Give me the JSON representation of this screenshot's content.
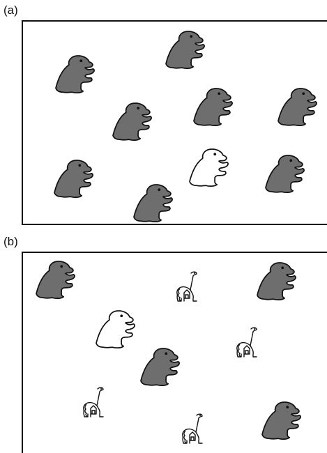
{
  "panels": [
    {
      "label": "(a)",
      "stimuli": [
        {
          "kind": "dino-upright",
          "color": "gray"
        },
        {
          "kind": "dino-upright",
          "color": "gray"
        },
        {
          "kind": "dino-upright",
          "color": "gray"
        },
        {
          "kind": "dino-upright",
          "color": "gray"
        },
        {
          "kind": "dino-upright",
          "color": "gray"
        },
        {
          "kind": "dino-upright",
          "color": "gray"
        },
        {
          "kind": "dino-upright",
          "color": "white"
        },
        {
          "kind": "dino-upright",
          "color": "gray"
        },
        {
          "kind": "dino-upright",
          "color": "gray"
        }
      ]
    },
    {
      "label": "(b)",
      "stimuli": [
        {
          "kind": "dino-upright",
          "color": "gray"
        },
        {
          "kind": "dino-longneck",
          "color": "outline"
        },
        {
          "kind": "dino-upright",
          "color": "gray"
        },
        {
          "kind": "dino-upright",
          "color": "white"
        },
        {
          "kind": "dino-longneck",
          "color": "outline"
        },
        {
          "kind": "dino-upright",
          "color": "gray"
        },
        {
          "kind": "dino-longneck",
          "color": "outline"
        },
        {
          "kind": "dino-longneck",
          "color": "outline"
        },
        {
          "kind": "dino-upright",
          "color": "gray"
        }
      ]
    }
  ],
  "colors": {
    "gray": "#6e6e6e",
    "white": "#ffffff",
    "stroke": "#111111"
  }
}
